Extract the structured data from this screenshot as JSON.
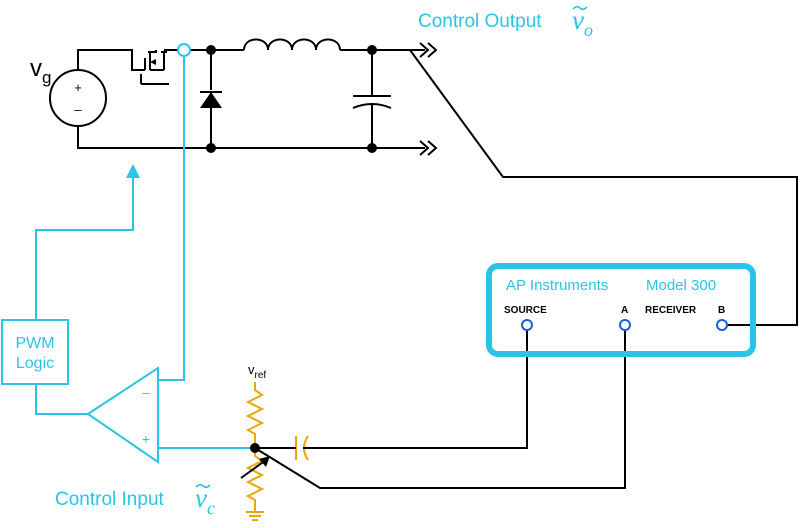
{
  "labels": {
    "vg_main": "v",
    "vg_sub": "g",
    "source_plus": "+",
    "source_minus": "–",
    "control_output_text": "Control Output",
    "control_output_symbol": "v",
    "control_output_sub": "o",
    "control_input_text": "Control Input",
    "control_input_symbol": "v",
    "control_input_sub": "c",
    "pwm_line1": "PWM",
    "pwm_line2": "Logic",
    "opamp_minus": "–",
    "opamp_plus": "+",
    "vref_main": "v",
    "vref_sub": "ref",
    "instrument_brand": "AP Instruments",
    "instrument_model": "Model 300",
    "port_source": "SOURCE",
    "port_a": "A",
    "port_receiver": "RECEIVER",
    "port_b": "B"
  },
  "colors": {
    "black": "#000000",
    "cyan": "#29c4e6",
    "gold": "#e8a800",
    "port_blue": "#1a5fd0"
  }
}
